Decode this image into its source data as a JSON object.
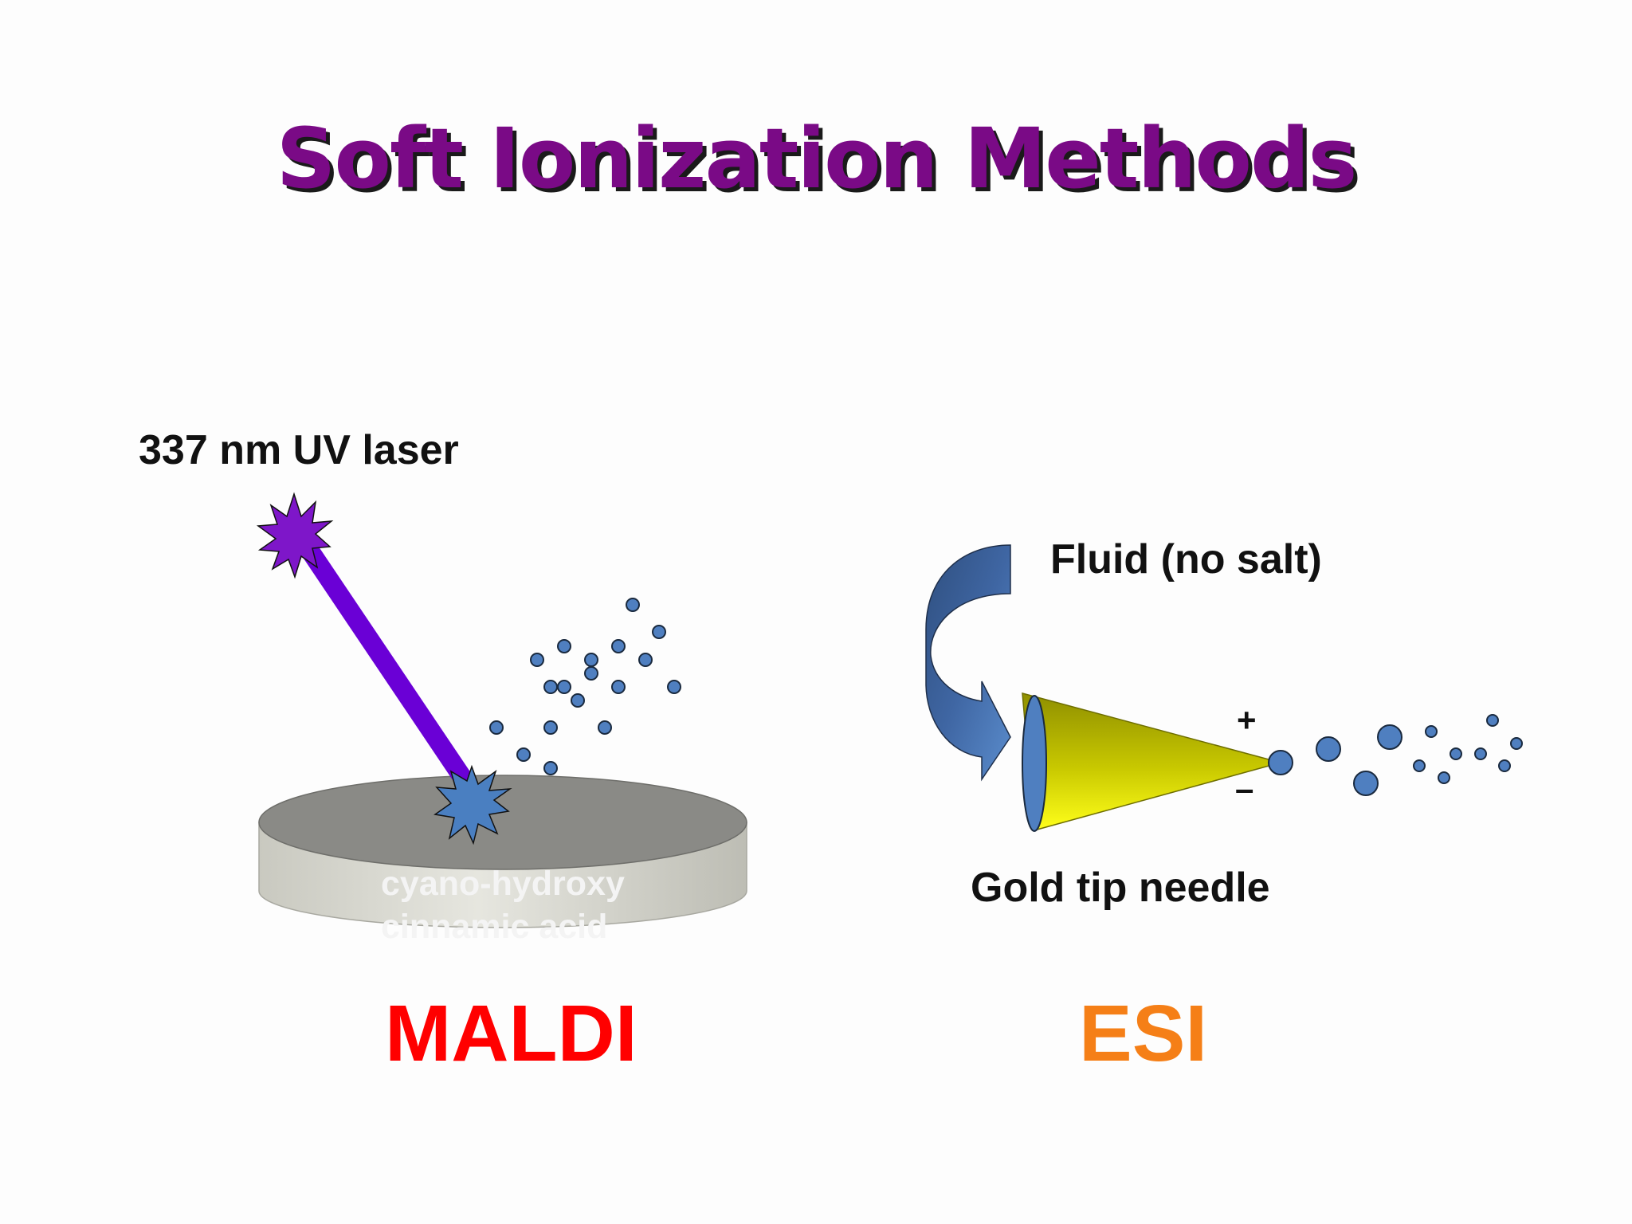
{
  "title": "Soft Ionization Methods",
  "maldi": {
    "laser_label": "337 nm UV laser",
    "plate_label_line1": "cyano-hydroxy",
    "plate_label_line2": "cinnamic acid",
    "name": "MALDI",
    "name_color": "#ff0000"
  },
  "esi": {
    "fluid_label": "Fluid (no salt)",
    "needle_label": "Gold tip needle",
    "plus_sign": "+",
    "minus_sign": "–",
    "name": "ESI",
    "name_color": "#f57f17"
  },
  "colors": {
    "title": "#7a0a86",
    "laser_beam": "#6a00d6",
    "particle": "#4f7fc0",
    "needle_gold": "#d9d900",
    "arrow": "#4f7fc0",
    "plate_top": "#8a8a86",
    "plate_side": "#d4d4cc"
  }
}
